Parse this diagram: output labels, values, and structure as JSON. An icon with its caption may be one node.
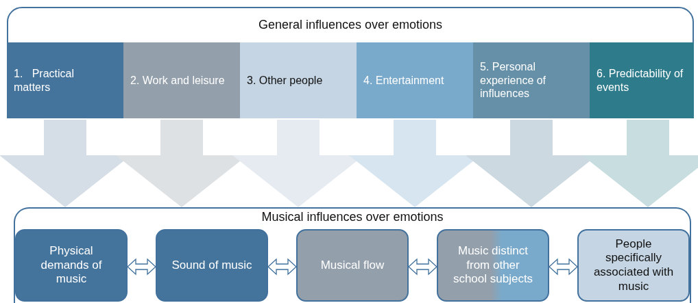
{
  "diagram": {
    "nodes": [
      {
        "text": [
          "General influences over emotions"
        ]
      },
      {
        "text": [
          "1.   Practical matters"
        ],
        "in": 0
      },
      {
        "text": [
          "2. Work and leisure"
        ],
        "in": 0
      },
      {
        "text": [
          "3. Other people"
        ],
        "in": 0
      },
      {
        "text": [
          "4. Entertainment"
        ],
        "in": 0
      },
      {
        "text": [
          "5. Personal experience of influences"
        ],
        "in": 0
      },
      {
        "text": [
          "6. Predictability of events"
        ],
        "in": 0
      },
      {
        "text": [
          "Musical influences over emotions"
        ]
      },
      {
        "text": [
          "Physical demands of music"
        ],
        "in": 7
      },
      {
        "text": [
          "Sound of music"
        ],
        "in": 7
      },
      {
        "text": [
          "Musical flow"
        ],
        "in": 7
      },
      {
        "text": [
          "Music distinct from other school subjects"
        ],
        "in": 7
      },
      {
        "text": [
          "People specifically associated with music"
        ],
        "in": 7
      }
    ],
    "edges": [
      {
        "from": 1,
        "to": 7,
        "arrow": "to"
      },
      {
        "from": 2,
        "to": 7,
        "arrow": "to"
      },
      {
        "from": 3,
        "to": 7,
        "arrow": "to"
      },
      {
        "from": 4,
        "to": 7,
        "arrow": "to"
      },
      {
        "from": 5,
        "to": 7,
        "arrow": "to"
      },
      {
        "from": 6,
        "to": 7,
        "arrow": "to"
      },
      {
        "from": 8,
        "to": 9,
        "arrow": "both"
      },
      {
        "from": 9,
        "to": 10,
        "arrow": "both"
      },
      {
        "from": 10,
        "to": 11,
        "arrow": "both"
      },
      {
        "from": 11,
        "to": 12,
        "arrow": "both"
      }
    ]
  }
}
